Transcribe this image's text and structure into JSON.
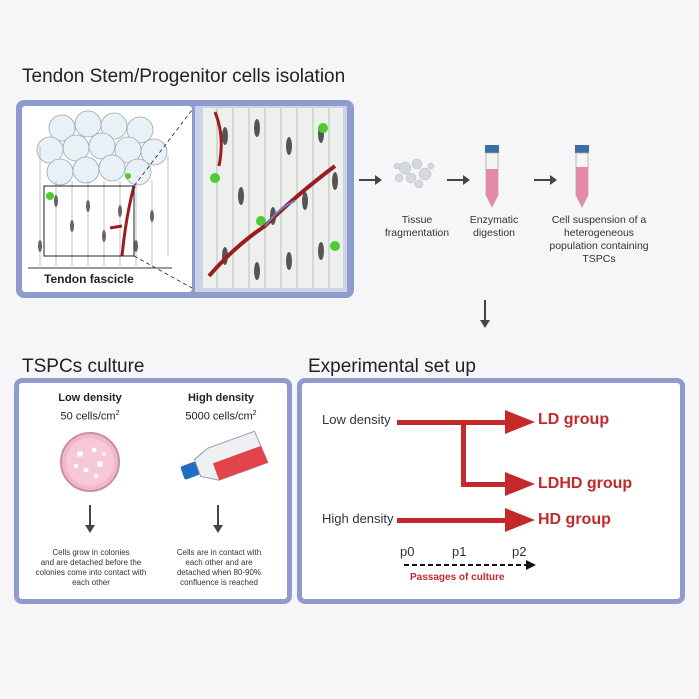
{
  "titles": {
    "isolation": "Tendon Stem/Progenitor cells isolation",
    "culture": "TSPCs culture",
    "setup": "Experimental set up"
  },
  "isolation": {
    "fascicle_label": "Tendon fascicle",
    "steps": [
      {
        "label": "Tissue\nfragmentation",
        "icon": "tissue-fragments-icon"
      },
      {
        "label": "Enzymatic\ndigestion",
        "icon": "tube-icon"
      },
      {
        "label": "Cell suspension of a\nheterogeneous\npopulation containing\nTSPCs",
        "icon": "tube-icon"
      }
    ]
  },
  "culture": {
    "low": {
      "title": "Low density",
      "density": "50 cells/cm",
      "sup": "2",
      "icon": "petri-dish-icon",
      "desc": "Cells grow in colonies\nand are detached before the\ncolonies come into contact with\neach other"
    },
    "high": {
      "title": "High density",
      "density": "5000 cells/cm",
      "sup": "2",
      "icon": "culture-flask-icon",
      "desc": "Cells are in contact with\neach other and are\ndetached when 80-90%\nconfluence is reached"
    }
  },
  "setup": {
    "low_label": "Low density",
    "high_label": "High density",
    "groups": [
      "LD group",
      "LDHD group",
      "HD group"
    ],
    "passages": [
      "p0",
      "p1",
      "p2"
    ],
    "passages_label": "Passages of culture"
  },
  "colors": {
    "panel_border": "#8d9ccc",
    "accent_red": "#c4282a",
    "arrow_gray": "#444444"
  }
}
